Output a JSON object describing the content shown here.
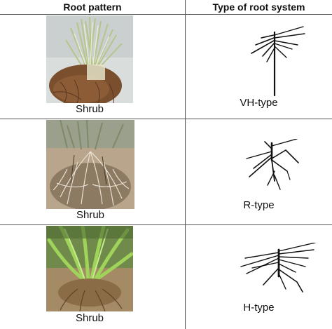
{
  "table": {
    "headers": [
      "Root pattern",
      "Type of root system"
    ],
    "rows": [
      {
        "growth_form": "Shrub",
        "root_type": "VH-type"
      },
      {
        "growth_form": "Shrub",
        "root_type": "R-type"
      },
      {
        "growth_form": "Shrub",
        "root_type": "H-type"
      }
    ]
  }
}
